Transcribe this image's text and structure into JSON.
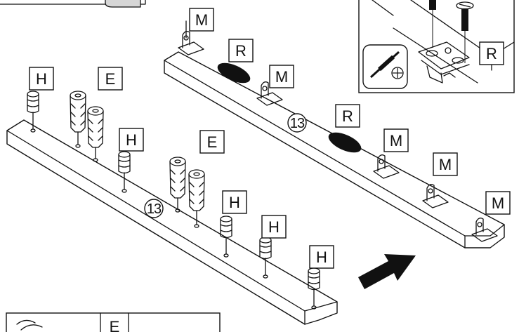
{
  "labels": {
    "H": "H",
    "E": "E",
    "M": "M",
    "R": "R"
  },
  "step_number": "13"
}
